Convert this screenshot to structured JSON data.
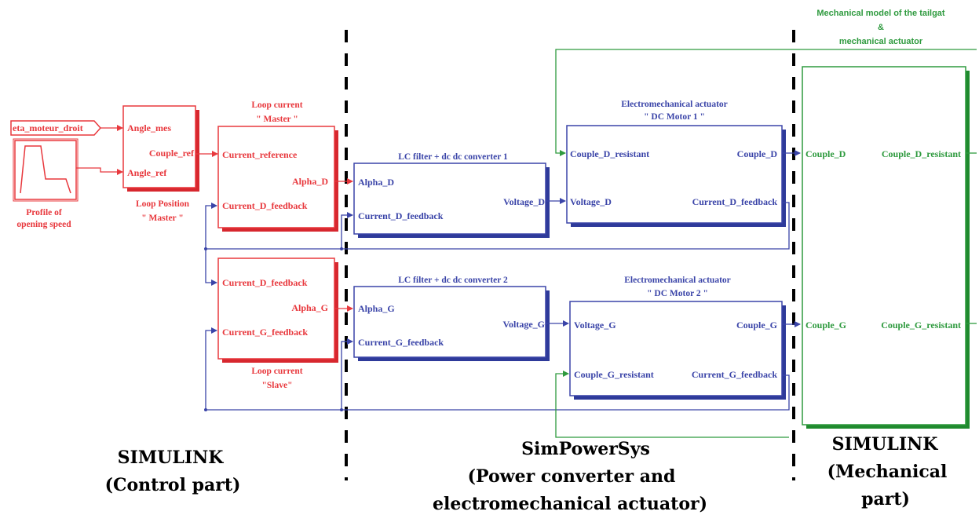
{
  "colors": {
    "control": "#e8383d",
    "power": "#3a44a8",
    "mech": "#2e9a3e",
    "text": "#000000"
  },
  "control": {
    "input_label": "eta_moteur_droit",
    "profile_caption_1": "Profile of",
    "profile_caption_2": "opening speed",
    "loop_position": {
      "in1": "Angle_mes",
      "out": "Couple_ref",
      "in2": "Angle_ref",
      "caption_1": "Loop Position",
      "caption_2": "\" Master \""
    },
    "loop_current_master": {
      "caption_1": "Loop current",
      "caption_2": "\" Master \"",
      "in1": "Current_reference",
      "out": "Alpha_D",
      "in2": "Current_D_feedback"
    },
    "loop_current_slave": {
      "in1": "Current_D_feedback",
      "out": "Alpha_G",
      "in2": "Current_G_feedback",
      "caption_1": "Loop current",
      "caption_2": "\"Slave\""
    }
  },
  "power": {
    "converter_1": {
      "title": "LC filter + dc dc converter 1",
      "in1": "Alpha_D",
      "in2": "Current_D_feedback",
      "out": "Voltage_D"
    },
    "converter_2": {
      "title": "LC filter + dc dc converter 2",
      "in1": "Alpha_G",
      "in2": "Current_G_feedback",
      "out": "Voltage_G"
    },
    "motor_1": {
      "title_1": "Electromechanical actuator",
      "title_2": "\" DC Motor 1 \"",
      "in1": "Couple_D_resistant",
      "in2": "Voltage_D",
      "out1": "Couple_D",
      "out2": "Current_D_feedback"
    },
    "motor_2": {
      "title_1": "Electromechanical actuator",
      "title_2": "\" DC Motor 2 \"",
      "in1": "Voltage_G",
      "in2": "Couple_G_resistant",
      "out1": "Couple_G",
      "out2": "Current_G_feedback"
    }
  },
  "mechanical": {
    "title_1": "Mechanical model of the tailgat",
    "title_2": "&",
    "title_3": "mechanical actuator",
    "in1": "Couple_D",
    "out1": "Couple_D_resistant",
    "in2": "Couple_G",
    "out2": "Couple_G_resistant"
  },
  "sections": {
    "simulink_control_1": "SIMULINK",
    "simulink_control_2": "(Control part)",
    "simpowersys_1": "SimPowerSys",
    "simpowersys_2": "(Power converter and",
    "simpowersys_3": "electromechanical actuator)",
    "simulink_mech_1": "SIMULINK",
    "simulink_mech_2": "(Mechanical",
    "simulink_mech_3": "part)"
  }
}
